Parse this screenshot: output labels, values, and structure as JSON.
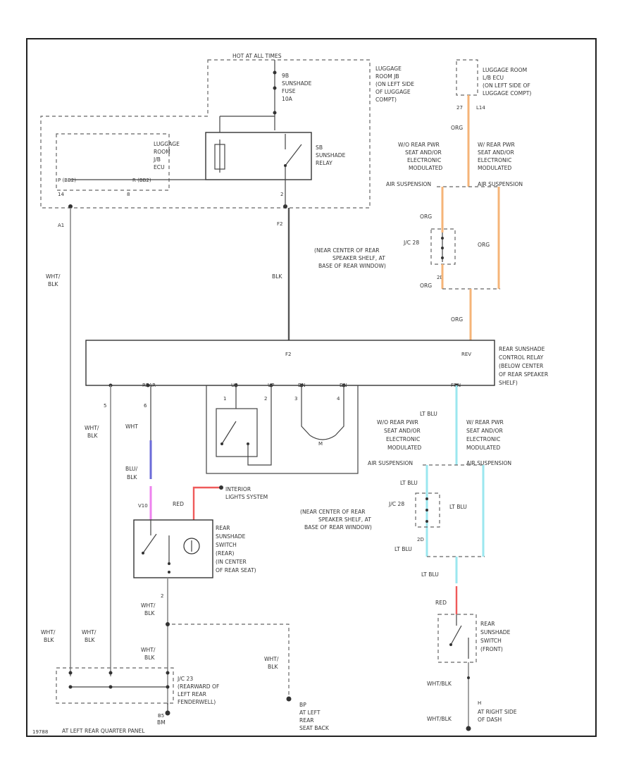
{
  "labels": {
    "hot": "HOT AT ALL TIMES",
    "fuse_num": "9B",
    "fuse_name": "SUNSHADE",
    "fuse_word": "FUSE",
    "fuse_amp": "10A",
    "lr_jb_1": "LUGGAGE",
    "lr_jb_2": "ROOM JB",
    "lr_jb_3": "(ON LEFT SIDE",
    "lr_jb_4": "OF LUGGAGE",
    "lr_jb_5": "COMPT)",
    "lr_ecu_1": "LUGGAGE",
    "lr_ecu_2": "ROOM",
    "lr_ecu_3": "J/B",
    "lr_ecu_4": "ECU",
    "relay_num": "SB",
    "relay_1": "SUNSHADE",
    "relay_2": "RELAY",
    "lre_1": "LUGGAGE ROOM",
    "lre_2": "L/B ECU",
    "lre_3": "(ON LEFT SIDE OF",
    "lre_4": "LUGGAGE COMPT)",
    "pin_27": "27",
    "pin_l14": "L14",
    "pin_p": "P (BB2)",
    "pin_r": "R (BB2)",
    "pin_14": "14",
    "pin_8": "8",
    "pin_2": "2",
    "pin_f2": "F2",
    "pin_a1": "A1",
    "wire_wht_blk": "WHT/",
    "wire_blk": "BLK",
    "wire_blk_main": "BLK",
    "wire_org_top": "ORG",
    "wire_org_a": "ORG",
    "wire_org_b": "ORG",
    "wire_org_c": "ORG",
    "wire_org_d": "ORG",
    "wo_air_1": "W/O REAR PWR",
    "wo_air_2": "SEAT AND/OR",
    "wo_air_3": "ELECTRONIC",
    "wo_air_4": "MODULATED",
    "wo_air_5": "AIR SUSPENSION",
    "w_air_1": "W/ REAR PWR",
    "w_air_2": "SEAT AND/OR",
    "w_air_3": "ELECTRONIC",
    "w_air_4": "MODULATED",
    "w_air_5": "AIR SUSPENSION",
    "jc28_1": "J/C 28",
    "jc28_2": "(NEAR CENTER OF REAR",
    "jc28_3": "SPEAKER SHELF, AT",
    "jc28_4": "BASE OF REAR WINDOW)",
    "jc28_pin": "2D",
    "ctrl_1": "REAR SUNSHADE",
    "ctrl_2": "CONTROL RELAY",
    "ctrl_3": "(BELOW CENTER",
    "ctrl_4": "OF REAR SPEAKER",
    "ctrl_5": "SHELF)",
    "ctrl_f2": "F2",
    "ctrl_rev": "REV",
    "ctrl_rear": "REAR",
    "ctrl_up": "UP",
    "ctrl_up2": "UP",
    "ctrl_dn": "DN",
    "ctrl_dn2": "DN",
    "ctrl_fr": "FRN",
    "ctrl_m": "M",
    "pin_1": "1",
    "pin_2b": "2",
    "pin_3": "3",
    "pin_4": "4",
    "pin_5": "5",
    "pin_6": "6",
    "wire_wht": "WHT",
    "wire_blu_blk": "BLU/",
    "wire_blk2": "BLK",
    "wire_red": "RED",
    "wire_red2": "RED",
    "wire_lt_blu": "LT BLU",
    "wire_lt_blu2": "LT BLU",
    "wire_lt_blu3": "LT BLU",
    "wire_lt_blu4": "LT BLU",
    "wire_lt_blu5": "LT BLU",
    "int_1": "INTERIOR",
    "int_2": "LIGHTS SYSTEM",
    "pin_v10": "V10",
    "rss_1": "REAR",
    "rss_2": "SUNSHADE",
    "rss_3": "SWITCH",
    "rss_4": "(REAR)",
    "rss_5": "(IN CENTER",
    "rss_6": "OF REAR SEAT)",
    "rssf_1": "REAR",
    "rssf_2": "SUNSHADE",
    "rssf_3": "SWITCH",
    "rssf_4": "(FRONT)",
    "jc23_1": "J/C 23",
    "jc23_2": "(REARWARD OF",
    "jc23_3": "LEFT REAR",
    "jc23_4": "FENDERWELL)",
    "jc23_pin": "B5",
    "gnd_1": "BP",
    "gnd_2": "AT LEFT",
    "gnd_3": "REAR",
    "gnd_4": "SEAT BACK",
    "gnd_left": "BM",
    "gnd_left_2": "AT LEFT REAR QUARTER PANEL",
    "gnd_right_pin": "H",
    "gnd_right_1": "AT RIGHT SIDE",
    "gnd_right_2": "OF DASH",
    "wht_blk_a": "WHT/BLK",
    "wht_blk_b": "WHT/BLK",
    "footer": "19788"
  }
}
